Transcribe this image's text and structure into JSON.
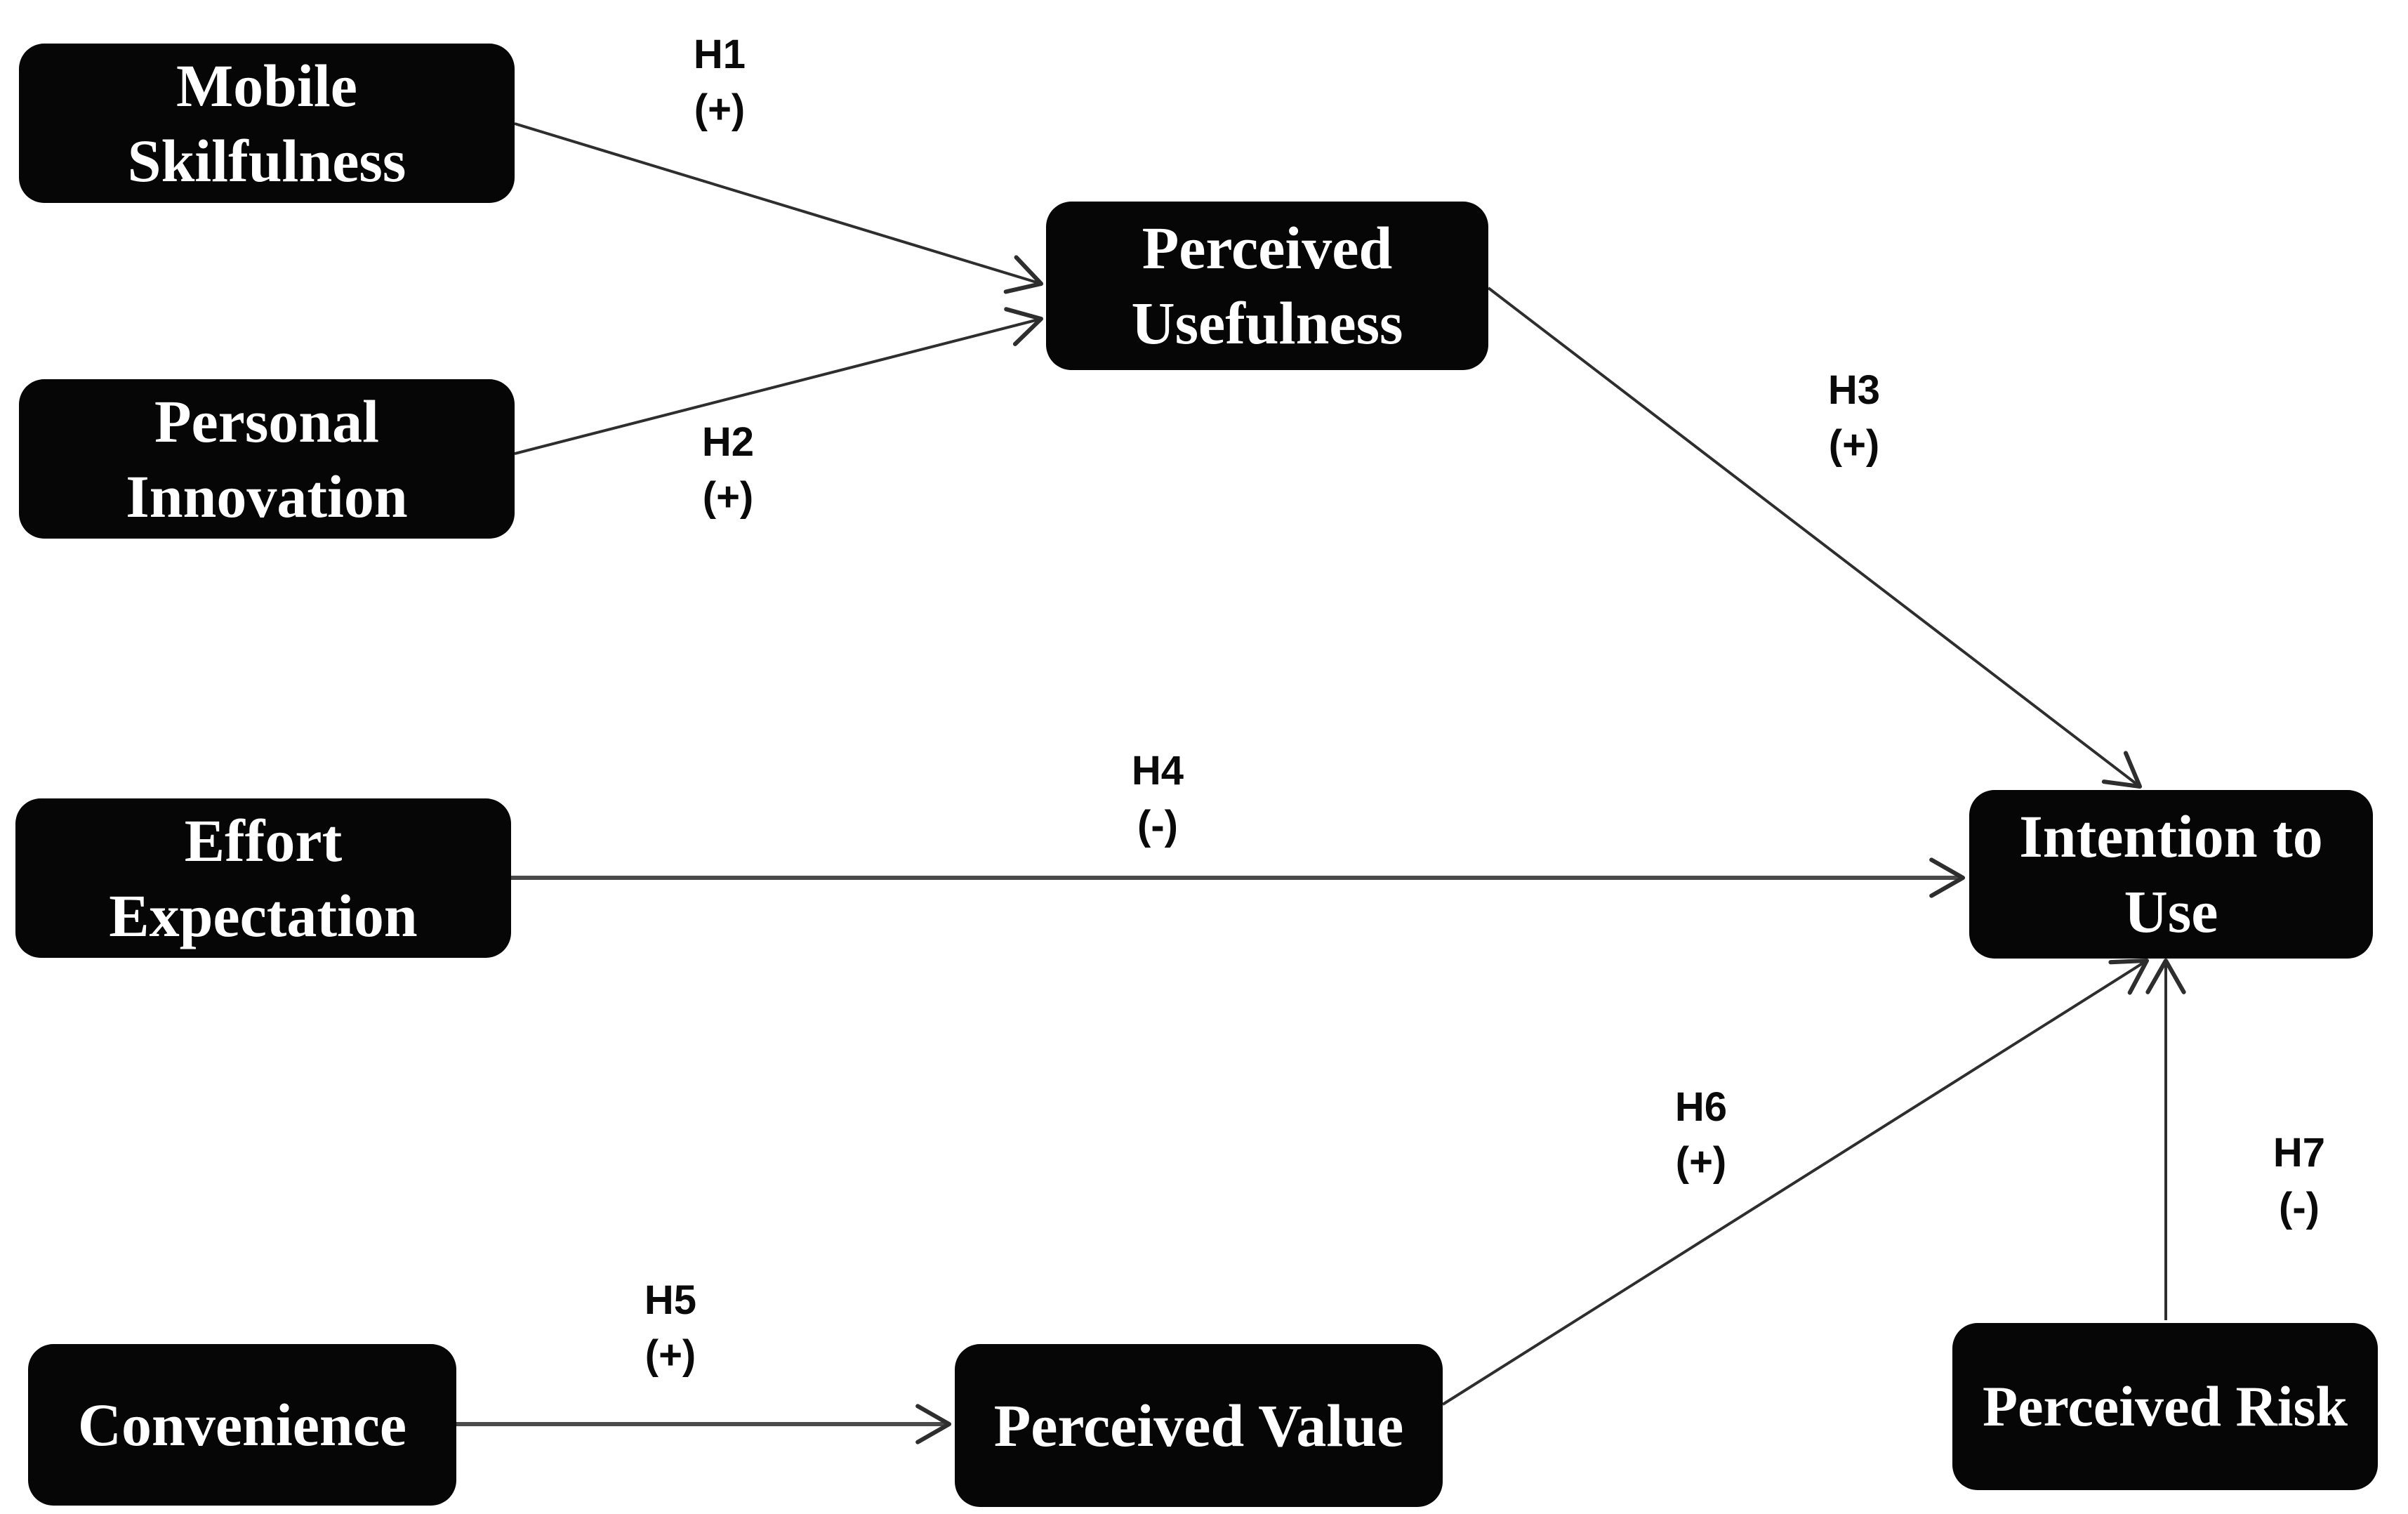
{
  "diagram": {
    "type": "hypothesis-model",
    "nodes": [
      {
        "id": "mobile-skilfulness",
        "label": "Mobile\nSkilfulness"
      },
      {
        "id": "personal-innovation",
        "label": "Personal\nInnovation"
      },
      {
        "id": "effort-expectation",
        "label": "Effort\nExpectation"
      },
      {
        "id": "convenience",
        "label": "Convenience"
      },
      {
        "id": "perceived-usefulness",
        "label": "Perceived\nUsefulness"
      },
      {
        "id": "perceived-value",
        "label": "Perceived Value"
      },
      {
        "id": "intention-to-use",
        "label": "Intention to\nUse"
      },
      {
        "id": "perceived-risk",
        "label": "Perceived Risk"
      }
    ],
    "edges": [
      {
        "id": "h1",
        "name": "H1",
        "sign": "(+)",
        "from": "mobile-skilfulness",
        "to": "perceived-usefulness"
      },
      {
        "id": "h2",
        "name": "H2",
        "sign": "(+)",
        "from": "personal-innovation",
        "to": "perceived-usefulness"
      },
      {
        "id": "h3",
        "name": "H3",
        "sign": "(+)",
        "from": "perceived-usefulness",
        "to": "intention-to-use"
      },
      {
        "id": "h4",
        "name": "H4",
        "sign": "(-)",
        "from": "effort-expectation",
        "to": "intention-to-use"
      },
      {
        "id": "h5",
        "name": "H5",
        "sign": "(+)",
        "from": "convenience",
        "to": "perceived-value"
      },
      {
        "id": "h6",
        "name": "H6",
        "sign": "(+)",
        "from": "perceived-value",
        "to": "intention-to-use"
      },
      {
        "id": "h7",
        "name": "H7",
        "sign": "(-)",
        "from": "perceived-risk",
        "to": "intention-to-use"
      }
    ],
    "colors": {
      "background": "#ffffff",
      "node_bg": "#060606",
      "node_text": "#ffffff",
      "edge_line": "#2e2e2e",
      "label_text": "#0a0a0a"
    }
  }
}
